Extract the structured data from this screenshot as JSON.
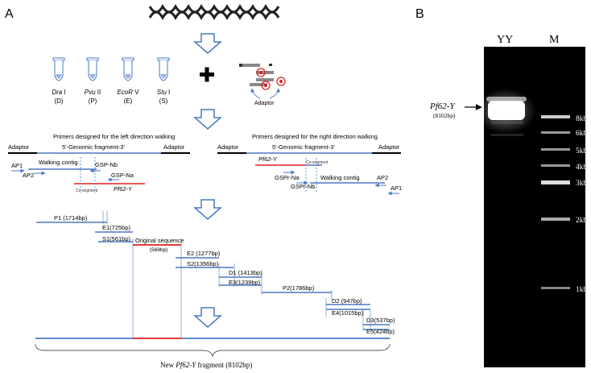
{
  "panels": {
    "a": "A",
    "b": "B"
  },
  "enzymes": [
    {
      "name": "Dra",
      "suffix": " I",
      "abbr": "(D)"
    },
    {
      "name": "Pvu",
      "suffix": " II",
      "abbr": "(P)"
    },
    {
      "name": "EcoR",
      "suffix": " V",
      "abbr": "(E)"
    },
    {
      "name": "Stu",
      "suffix": " I",
      "abbr": "(S)"
    }
  ],
  "adaptor_label": "Adaptor",
  "left_walk": {
    "title": "Primers designed for the left direction walking",
    "fragment": "5'-Genomic fragment-3'",
    "adaptor_left": "Adaptor",
    "adaptor_right": "Adaptor",
    "ap1": "AP1",
    "ap2": "AP2",
    "contig": "Walking contig",
    "gsp_nb": "GSP-Nb",
    "gsp_na": "GSP-Na",
    "co_segment": "Co-segment",
    "gene": "Pf62-Y"
  },
  "right_walk": {
    "title": "Primers designed for the right direction walking",
    "fragment": "5'-Genomic fragment-3'",
    "adaptor_left": "Adaptor",
    "adaptor_right": "Adaptor",
    "gene": "Pf62-Y",
    "co_segment": "Co-segment",
    "gspr_na": "GSPr-Na",
    "gspr_nb": "GSPr-Nb",
    "contig": "Walking contig",
    "ap2": "AP2",
    "ap1": "AP1"
  },
  "fragments": {
    "p1": "P1 (1714bp)",
    "e1": "E1(725bp)",
    "s1": "S1(561bp)",
    "orig": "Original sequence",
    "orig_len": "(568bp)",
    "e2": "E2 (1277bp)",
    "s2": "S2(1356bp)",
    "d1": "D1 (1413bp)",
    "e3": "E3(1239bp)",
    "p2": "P2(1786bp)",
    "d2": "D2 (947bp)",
    "e4": "E4(1015bp)",
    "d3": "D3(537bp)",
    "e5": "E5(424bp)"
  },
  "final": {
    "prefix": "New ",
    "gene": "Pf62-Y",
    "suffix": " fragment (8102bp)"
  },
  "gel": {
    "lane_yy": "YY",
    "lane_m": "M",
    "band_name": "Pf62-Y",
    "band_size": "(8102bp)",
    "markers": [
      "8kb",
      "6kb",
      "5kb",
      "4kb",
      "3kb",
      "2kb",
      "1kb"
    ]
  },
  "colors": {
    "blue": "#4a78c4",
    "red": "#e02020",
    "arrow": "#4a78c4"
  }
}
